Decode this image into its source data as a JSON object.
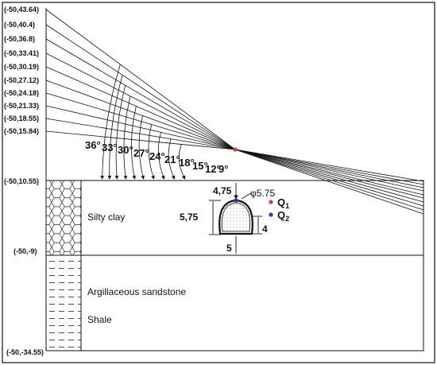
{
  "coord_labels": [
    "(-50,43.64)",
    "(-50,40.4)",
    "(-50,36.8)",
    "(-50,33.41)",
    "(-50,30.19)",
    "(-50,27.12)",
    "(-50,24.18)",
    "(-50,21.33)",
    "(-50,18.55)",
    "(-50,15.84)"
  ],
  "boundary_labels": {
    "top_surface": "(-50,10.55)",
    "clay_bottom": "(-50,-9)",
    "model_bottom": "(-50,-34.55)"
  },
  "angle_labels": [
    "36°",
    "33°",
    "30°",
    "27°",
    "24°",
    "21°",
    "18°",
    "15°",
    "12°",
    "9°"
  ],
  "layers": {
    "silty_clay": "Silty clay",
    "argillaceous_sandstone": "Argillaceous sandstone",
    "shale": "Shale"
  },
  "dimensions": {
    "cover": "4,75",
    "height": "5,75",
    "diameter": "φ5.75",
    "inner": "4",
    "below": "5"
  },
  "legend": {
    "q1": "Q",
    "q1_sub": "1",
    "q1_color": "#e53935",
    "q2": "Q",
    "q2_sub": "2",
    "q2_color": "#1e3fd0"
  }
}
